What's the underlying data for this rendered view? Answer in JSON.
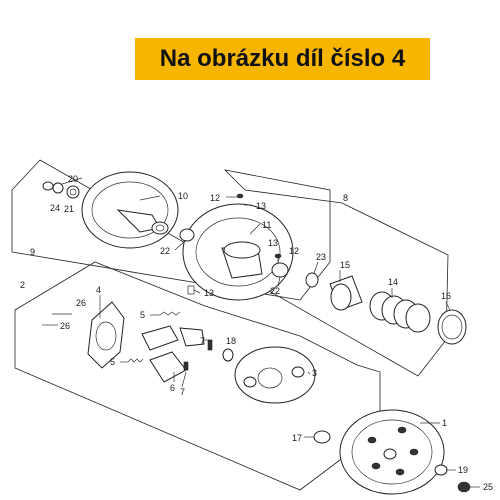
{
  "banner": {
    "text": "Na obrázku díl číslo 4"
  },
  "colors": {
    "banner": "#f7b500",
    "text": "#111111",
    "line": "#222222"
  },
  "callouts": {
    "c20": "20",
    "c24": "24",
    "c21": "21",
    "c10": "10",
    "c9": "9",
    "c12a": "12",
    "c13a": "13",
    "c8": "8",
    "c11": "11",
    "c22a": "22",
    "c13b": "13",
    "c12b": "12",
    "c23": "23",
    "c15": "15",
    "c22b": "22",
    "c14": "14",
    "c16": "16",
    "c13c": "13",
    "c2": "2",
    "c26a": "26",
    "c4": "4",
    "c26b": "26",
    "c5a": "5",
    "c18": "18",
    "c7a": "7",
    "c5b": "5",
    "c6": "6",
    "c7b": "7",
    "c3": "3",
    "c17": "17",
    "c1": "1",
    "c19": "19",
    "c25": "25"
  }
}
